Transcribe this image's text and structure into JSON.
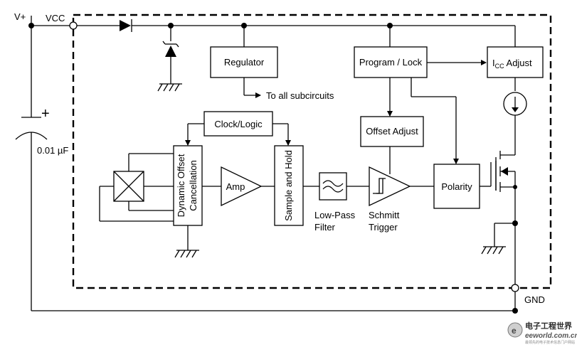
{
  "labels": {
    "vplus": "V+",
    "vcc": "VCC",
    "gnd": "GND",
    "cap_value": "0.01 µF",
    "cap_plus": "+",
    "to_subcircuits": "To all subcircuits",
    "lowpass_line1": "Low-Pass",
    "lowpass_line2": "Filter",
    "schmitt_line1": "Schmitt",
    "schmitt_line2": "Trigger"
  },
  "blocks": {
    "regulator": "Regulator",
    "program_lock": "Program / Lock",
    "icc_main": "I",
    "icc_sub": "CC",
    "icc_rest": " Adjust",
    "offset_adjust": "Offset Adjust",
    "clock_logic": "Clock/Logic",
    "dynamic_offset_line1": "Dynamic Offset",
    "dynamic_offset_line2": "Cancellation",
    "amp": "Amp",
    "sample_hold": "Sample and Hold",
    "polarity": "Polarity"
  },
  "watermark": {
    "cn": "电子工程世界",
    "en": "eeworld.com.cn",
    "sub": "最领先的电子技术信息门户网站"
  }
}
